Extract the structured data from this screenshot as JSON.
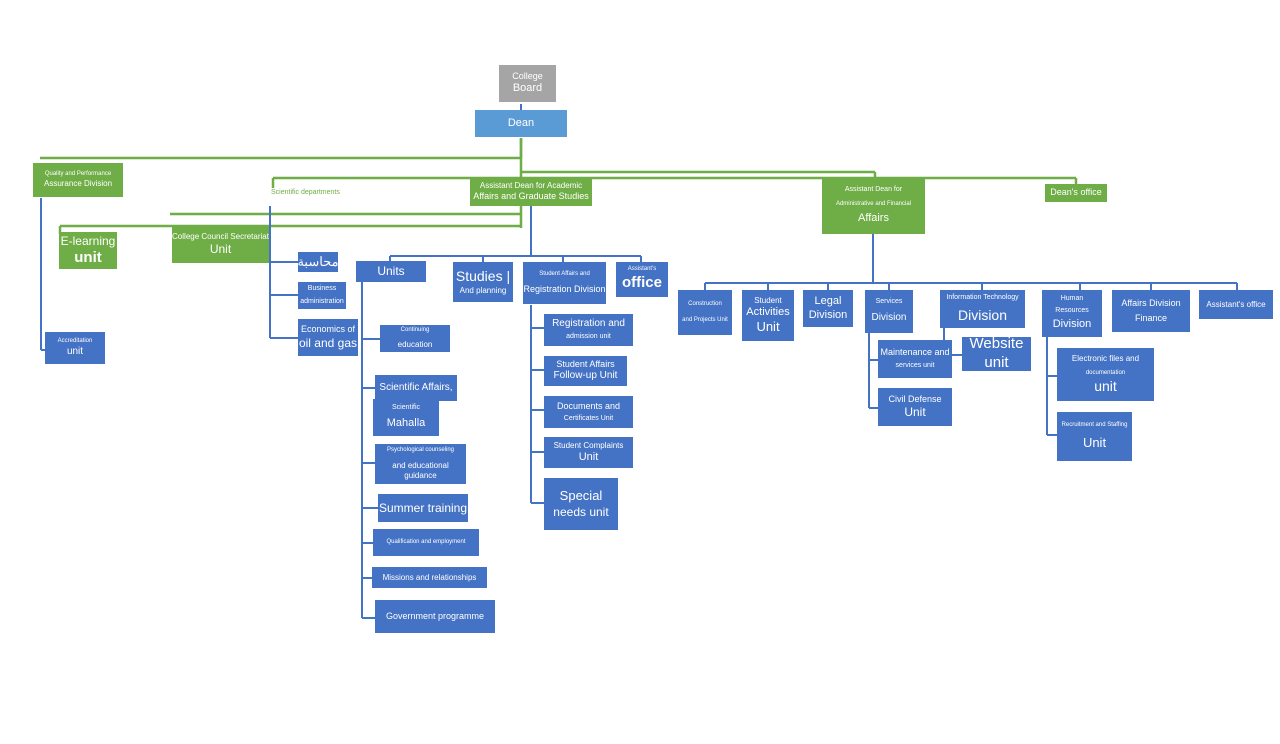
{
  "chart": {
    "college_board": [
      "College",
      "Board"
    ],
    "dean": "Dean",
    "quality_division": [
      "Quality and Performance",
      "Assurance Division"
    ],
    "quality_unit": [
      "Accreditation",
      "unit"
    ],
    "scientific_departments": "Scientific departments",
    "academic_assistant_dean": [
      "Assistant Dean for Academic",
      "Affairs and Graduate Studies"
    ],
    "admin_assistant_dean": [
      "Assistant Dean for",
      "Administrative and Financial",
      "Affairs"
    ],
    "deans_office": "Dean's office",
    "elearning_unit": [
      "E-learning",
      "unit"
    ],
    "council_secretariat": [
      "College Council Secretariat",
      "Unit"
    ],
    "dept_accounting": "محاسبة",
    "dept_business": [
      "Business",
      "administration"
    ],
    "dept_economics": [
      "Economics of",
      "oil and gas"
    ],
    "units": "Units",
    "studies_planning": [
      "Studies |",
      "And planning"
    ],
    "student_affairs_division": [
      "Student Affairs and",
      "Registration Division"
    ],
    "assistant_office_academic": [
      "Assistant's",
      "office"
    ],
    "continuing_education": [
      "Continuing",
      "education"
    ],
    "scientific_affairs": "Scientific Affairs,",
    "scientific_mahalla": [
      "Scientific",
      "Mahalla"
    ],
    "psych_counseling": [
      "Psychological counseling",
      "and educational guidance"
    ],
    "summer_training": "Summer training",
    "qualification": "Qualification and employment",
    "missions": "Missions and relationships",
    "government_programme": "Government programme",
    "registration_admission": [
      "Registration and",
      "admission unit"
    ],
    "student_followup": [
      "Student Affairs",
      "Follow-up Unit"
    ],
    "documents_certificates": [
      "Documents and",
      "Certificates Unit"
    ],
    "student_complaints": [
      "Student Complaints",
      "Unit"
    ],
    "special_needs": [
      "Special",
      "needs unit"
    ],
    "construction_projects": [
      "Construction",
      "and Projects Unit"
    ],
    "student_activities": [
      "Student",
      "Activities",
      "Unit"
    ],
    "legal_division": [
      "Legal",
      "Division"
    ],
    "services_division": [
      "Services",
      "Division"
    ],
    "it_division": [
      "Information Technology",
      "Division"
    ],
    "hr_division": [
      "Human",
      "Resources",
      "Division"
    ],
    "finance_division": [
      "Affairs Division",
      "Finance"
    ],
    "assistant_office_admin": "Assistant's office",
    "maintenance_services": [
      "Maintenance and",
      "services unit"
    ],
    "civil_defense": [
      "Civil Defense",
      "Unit"
    ],
    "website_unit": [
      "Website",
      "unit"
    ],
    "electronic_files": [
      "Electronic files and",
      "documentation",
      "unit"
    ],
    "recruitment_staffing": [
      "Recruitment and Staffing",
      "Unit"
    ]
  },
  "colors": {
    "green": "#6fad46",
    "blue": "#4472c4",
    "light_blue": "#5b9bd5",
    "gray": "#a5a5a5",
    "green_line": "#6fad46",
    "blue_line": "#4472c4"
  }
}
